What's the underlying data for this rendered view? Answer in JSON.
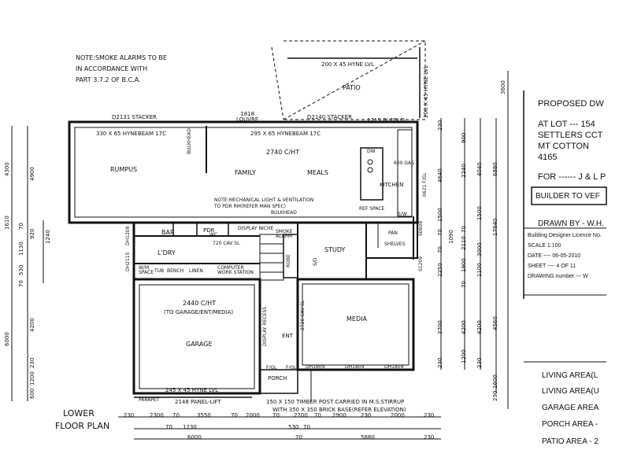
{
  "notes": {
    "smoke_alarm_note": [
      "NOTE:SMOKE ALARMS TO BE",
      "IN ACCORDANCE WITH",
      "PART 3.7.2 OF B.C.A."
    ],
    "mech_note": [
      "NOTE:MECHANICAL LIGHT & VENTILATION",
      "TO PDR RM(REFER MAN SPEC)"
    ],
    "timber_post": [
      "150 X 150 TIMBER POST CARRIED IN M.S.STIRRUP",
      "WITH 350 X 350 BRICK BASE(REFER ELEVATION)"
    ]
  },
  "title": [
    "LOWER",
    "FLOOR PLAN"
  ],
  "rooms": {
    "patio": "PATIO",
    "rumpus": "RUMPUS",
    "family": "FAMILY",
    "meals": "MEALS",
    "kitchen": "KITCHEN",
    "bar": "BAR",
    "laundry": "L'DRY",
    "study": "STUDY",
    "garage": "GARAGE",
    "media": "MEDIA",
    "ent": "ENT",
    "porch": "PORCH",
    "pan": "PAN",
    "shelves": "SHELVES",
    "pdr": "PDR",
    "robe": "ROBE",
    "ref_space": "REF SPACE"
  },
  "labels": {
    "ch_2740": "2740 C/HT",
    "ch_2440": "2440 C/HT",
    "ch_2440_sub": "(TO GARAGE/ENT/MEDIA)",
    "patio_beam": "200 X 45 HYNE LVL",
    "patio_beam_v": "200 X 45 HYNE LVL",
    "stacker_1": "D2131 STACKER",
    "stacker_2": "D2140 STACKER",
    "louvre": "1818\nLOUVRE",
    "bifold": "1215 BI FOLD",
    "beam_1": "330 X 65 HYNEBEAM 17C",
    "beam_2": "295 X 65 HYNEBEAM 17C",
    "bulkhead": "BULKHEAD",
    "bulkhead_v": "BULKHEAD",
    "display_niche": "DISPLAY NICHE",
    "smoke_alarm": "SMOKE\nALARM",
    "cav_sl": "720 CAV SL",
    "computer_ws": "COMPUTER\nWORK STATION",
    "bench": "BENCH",
    "linen": "LINEN",
    "tub": "TUB",
    "wm_space": "W/M\nSPACE",
    "garage_beam": "245 X 45 HYNE LVL",
    "panel_lift": "2148 PANEL-LIFT",
    "parapet": "PARAPET",
    "dh1809_a": "DH1809",
    "dh1809_b": "DH1809",
    "dh1809_c": "DH1809",
    "dh1209": "DH1209",
    "dh2115": "DH2115",
    "s0609": "S0609",
    "s1209": "S1209",
    "cav_2720": "2720 CAV SL",
    "display_recess": "DISPLAY RECESS",
    "fgl_1": "F/GL",
    "fgl_2": "F/GL",
    "fgl_v": "0621 F/GL",
    "dw": "DW",
    "gas": "600 GAS",
    "sld": "S/D",
    "sw": "S/W",
    "bench_v": "BENCH",
    "wc": "WC"
  },
  "title_block": {
    "proposed": "PROPOSED  DW",
    "at_lot": "AT LOT --- 154",
    "street": "SETTLERS CCT",
    "suburb": "MT COTTON",
    "postcode": "4165",
    "for": "FOR ------ J & L P",
    "builder": "BUILDER TO VEF",
    "drawn_by": "DRAWN BY  - W.H.",
    "licence": "Building Designer Licence No.",
    "scale": "SCALE 1:100",
    "date": "DATE ----  06-05-2010",
    "sheet": "SHEET ----  4 OF 11",
    "drawing_number": "DRAWING number  ---  W"
  },
  "areas": [
    "LIVING AREA(L",
    "LIVING AREA(U",
    "GARAGE AREA",
    "PORCH AREA -",
    "PATIO AREA - 2"
  ],
  "dims": {
    "bottom_row1": [
      "230",
      "2300",
      "70",
      "3550",
      "70",
      "2000",
      "70",
      "2700",
      "70",
      "2900",
      "230",
      "2000",
      "230"
    ],
    "bottom_row2": [
      "70",
      "1230",
      "530",
      "70"
    ],
    "bottom_row3": [
      "6000",
      "70",
      "5880",
      "230"
    ],
    "left_col1": [
      "4300",
      "1610",
      "70",
      "1130",
      "530",
      "70"
    ],
    "left_col2": [
      "4900",
      "920",
      "1240",
      "4200",
      "6000",
      "230",
      "1200",
      "600"
    ],
    "right_a": [
      "230",
      "4640",
      "1500",
      "70",
      "1090",
      "70",
      "2250",
      "3700",
      "230"
    ],
    "right_b": [
      "900",
      "2240",
      "70",
      "2110",
      "1900",
      "70",
      "4200",
      "1200"
    ],
    "right_c": [
      "4040",
      "1500",
      "3000",
      "1100",
      "4200",
      "230"
    ],
    "right_d": [
      "6880",
      "17840",
      "4560",
      "3600",
      "1600",
      "230"
    ]
  }
}
